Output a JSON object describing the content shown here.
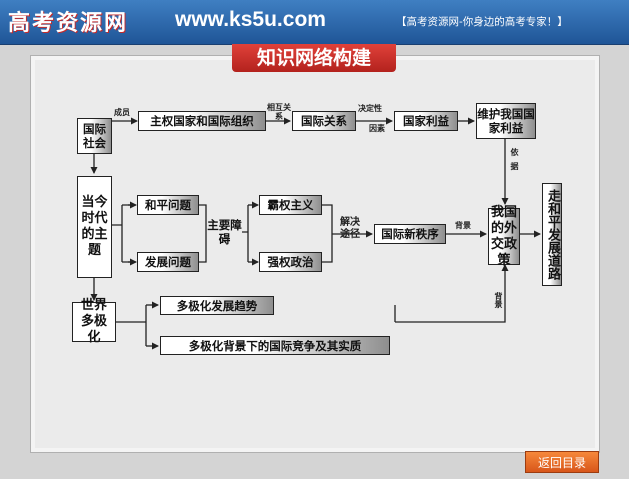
{
  "header": {
    "logo_text": "高考资源网",
    "site_url": "www.ks5u.com",
    "slogan": "【高考资源网-你身边的高考专家！】"
  },
  "title": "知识网络构建",
  "nodes": {
    "international_society": "国际社会",
    "sovereign_states": "主权国家和国际组织",
    "international_relations": "国际关系",
    "national_interest": "国家利益",
    "maintain_interest": "维护我国国家利益",
    "theme_of_era": "当今时代的主题",
    "peace": "和平问题",
    "development": "发展问题",
    "main_obstacles": "主要障碍",
    "hegemonism": "霸权主义",
    "power_politics": "强权政治",
    "new_order": "国际新秩序",
    "foreign_policy": "我国的外交政策",
    "peaceful_path": "走和平发展道路",
    "multipolar_world": "世界多极化",
    "multipolar_trend": "多极化发展趋势",
    "competition": "多极化背景下的国际竞争及其实质"
  },
  "labels": {
    "member": "成员",
    "mutual": "相互关系",
    "decisive": "决定性",
    "factor": "因素",
    "basis": "依据",
    "solution": "解决途径",
    "background1": "背景",
    "background2": "背景"
  },
  "nav": {
    "back_label": "返回目录"
  },
  "colors": {
    "banner": "#2a67ad",
    "title_tab": "#c8302a",
    "back_button": "#e8692a"
  }
}
